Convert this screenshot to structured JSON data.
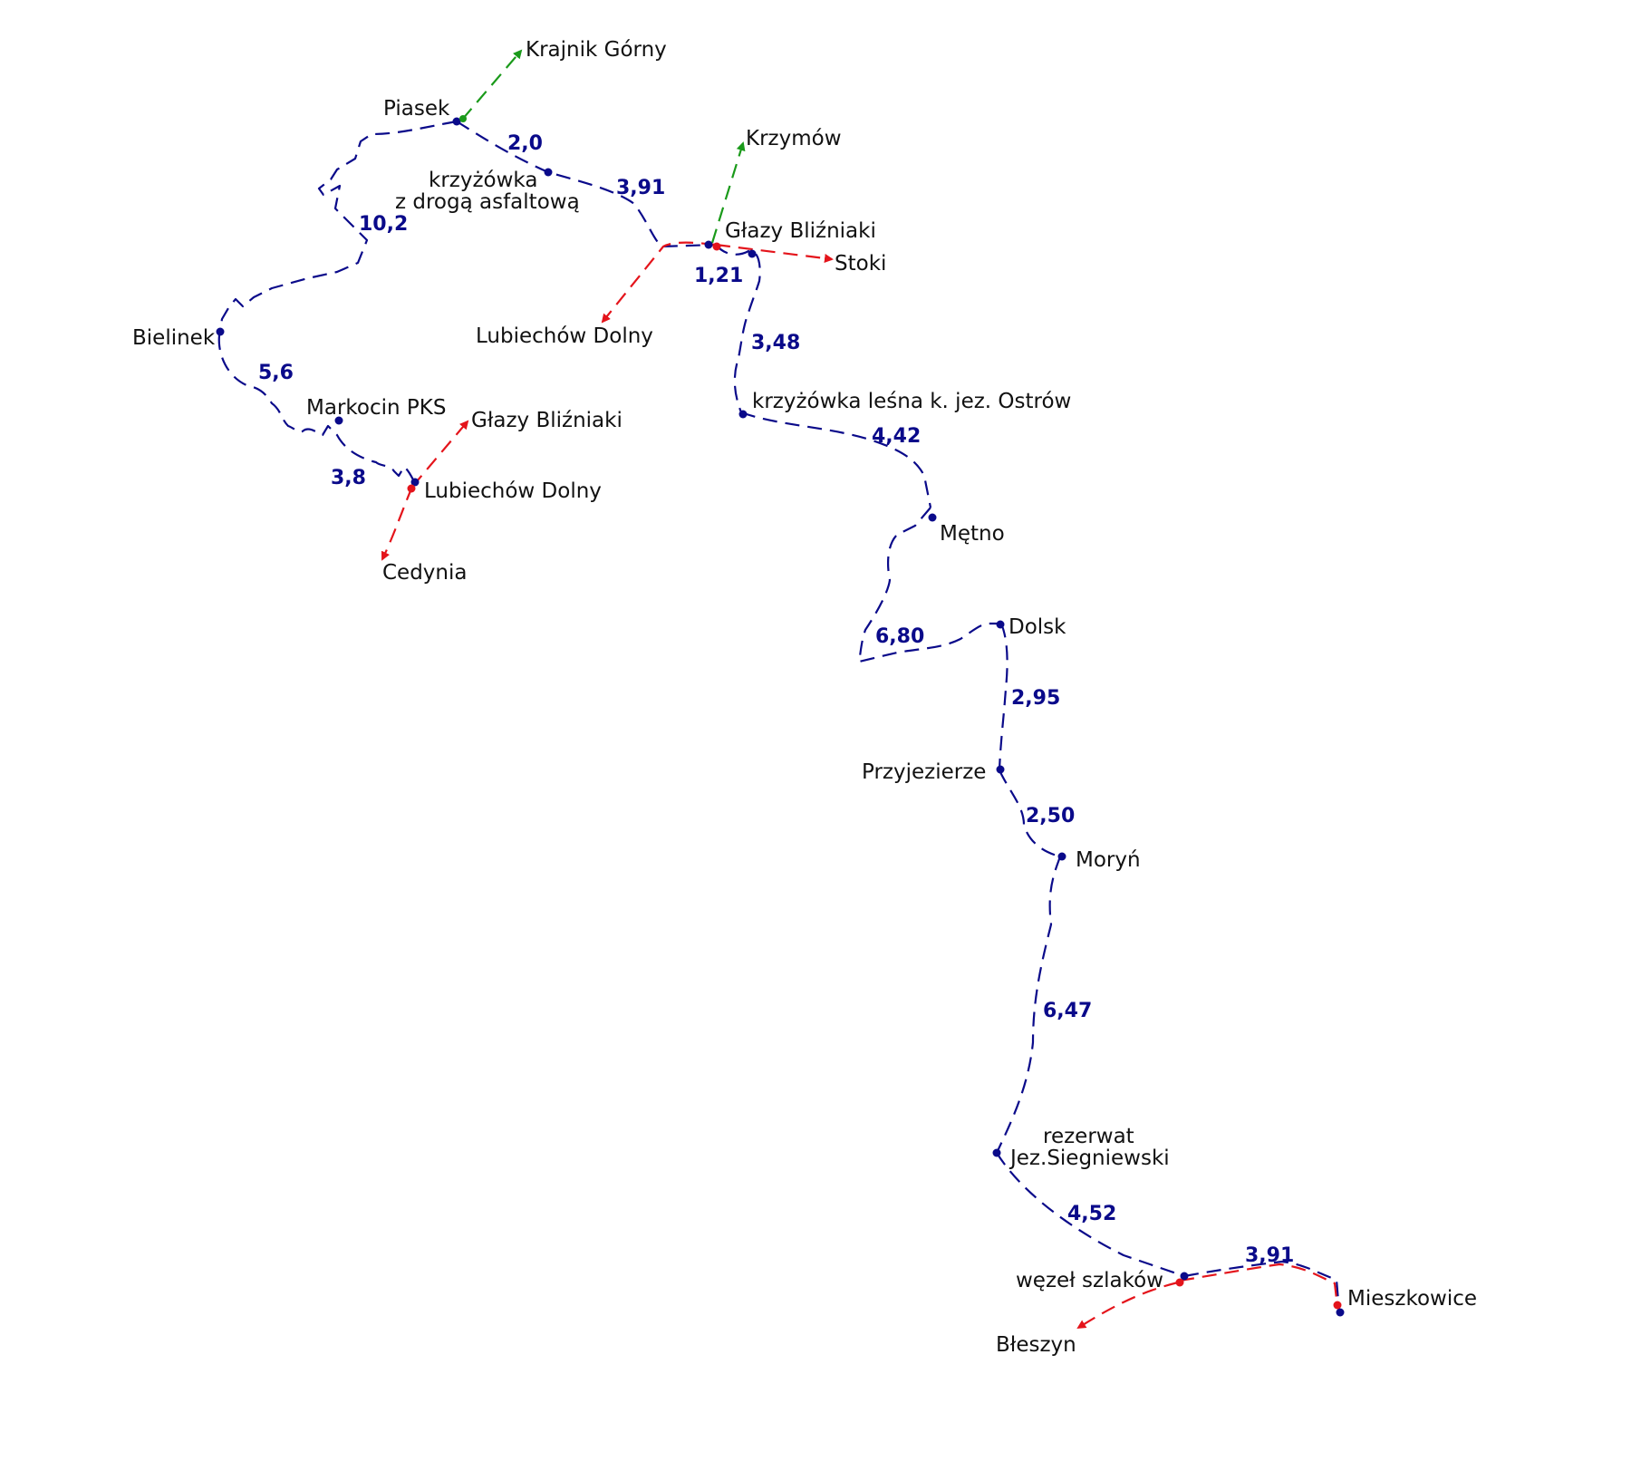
{
  "colors": {
    "main_trail": "#0a0a8a",
    "red_trail": "#e4141b",
    "green_trail": "#1a9a1a",
    "node": "#0a0a8a",
    "label": "#111111",
    "distance": "#0a0a8a"
  },
  "places": {
    "krajnik_gorny": "Krajnik Górny",
    "piasek": "Piasek",
    "krzymow": "Krzymów",
    "krzyzowka_1": "krzyżówka",
    "krzyzowka_2": "z drogą asfaltową",
    "glazy_blizniaki_top": "Głazy Bliźniaki",
    "stoki": "Stoki",
    "lubiechow_dolny_top": "Lubiechów Dolny",
    "bielinek": "Bielinek",
    "markocin_pks": "Markocin PKS",
    "glazy_blizniaki_left": "Głazy Bliźniaki",
    "lubiechow_dolny_left": "Lubiechów Dolny",
    "cedynia": "Cedynia",
    "krzyzowka_lesna": "krzyżówka leśna k. jez. Ostrów",
    "metno": "Mętno",
    "dolsk": "Dolsk",
    "przyjezierze": "Przyjezierze",
    "moryn": "Moryń",
    "rezerwat_1": "rezerwat",
    "rezerwat_2": "Jez.Siegniewski",
    "wezel": "węzeł szlaków",
    "mieszkowice": "Mieszkowice",
    "bleszyn": "Błeszyn"
  },
  "distances": {
    "piasek_krzyzowka": "2,0",
    "krzyzowka_glazy": "3,91",
    "piasek_bielinek": "10,2",
    "glazy_loop": "1,21",
    "glazy_krzyzowka_lesna": "3,48",
    "bielinek_markocin": "5,6",
    "markocin_lubiechow": "3,8",
    "krzyzowka_lesna_metno": "4,42",
    "metno_dolsk": "6,80",
    "dolsk_przyjezierze": "2,95",
    "przyjezierze_moryn": "2,50",
    "moryn_rezerwat": "6,47",
    "rezerwat_wezel": "4,52",
    "wezel_mieszkowice": "3,91"
  }
}
